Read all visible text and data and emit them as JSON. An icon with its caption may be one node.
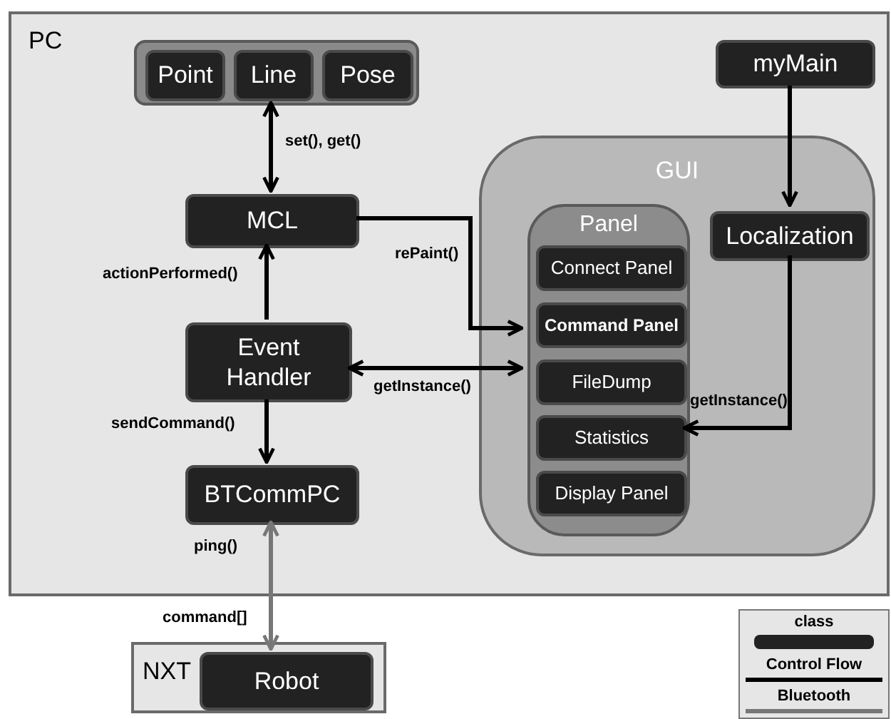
{
  "diagram": {
    "nodes": [
      {
        "text": [
          "PC"
        ]
      },
      {
        "text": [],
        "shape": "box",
        "in": 0
      },
      {
        "text": [
          "Point"
        ],
        "in": 1
      },
      {
        "text": [
          "Line"
        ],
        "in": 1
      },
      {
        "text": [
          "Pose"
        ],
        "in": 1
      },
      {
        "text": [
          "myMain"
        ],
        "in": 0
      },
      {
        "text": [
          "MCL"
        ],
        "in": 0
      },
      {
        "text": [
          "Event Handler"
        ],
        "in": 0
      },
      {
        "text": [
          "BTCommPC"
        ],
        "in": 0
      },
      {
        "text": [
          "GUI"
        ],
        "in": 0
      },
      {
        "text": [
          "Panel"
        ],
        "in": 9
      },
      {
        "text": [
          "Connect Panel"
        ],
        "in": 10
      },
      {
        "text": [
          "Command Panel"
        ],
        "in": 10
      },
      {
        "text": [
          "FileDump"
        ],
        "in": 10
      },
      {
        "text": [
          "Statistics"
        ],
        "in": 10
      },
      {
        "text": [
          "Display Panel"
        ],
        "in": 10
      },
      {
        "text": [
          "Localization"
        ],
        "in": 9
      },
      {
        "text": [
          "NXT"
        ]
      },
      {
        "text": [
          "Robot"
        ],
        "in": 17
      }
    ],
    "edges": [
      {
        "from": 1,
        "to": 6,
        "arrow": "both",
        "label": "set(), get()"
      },
      {
        "from": 7,
        "to": 6,
        "arrow": "to",
        "label": "actionPerformed()"
      },
      {
        "from": 6,
        "to": 10,
        "arrow": "to",
        "label": "rePaint()"
      },
      {
        "from": 7,
        "to": 10,
        "arrow": "both",
        "label": "getInstance()"
      },
      {
        "from": 7,
        "to": 8,
        "arrow": "to",
        "label": "sendCommand()"
      },
      {
        "from": 8,
        "to": 18,
        "arrow": "both",
        "label": "ping()",
        "color": "#777777"
      },
      {
        "from": 5,
        "to": 16,
        "arrow": "to"
      },
      {
        "from": 16,
        "to": 10,
        "arrow": "to",
        "label": "getInstance()"
      }
    ],
    "labels": [
      "command[]"
    ],
    "legend": [
      {
        "text": "class",
        "color": "#222222"
      },
      {
        "text": "Control Flow"
      },
      {
        "text": "Bluetooth"
      }
    ]
  }
}
